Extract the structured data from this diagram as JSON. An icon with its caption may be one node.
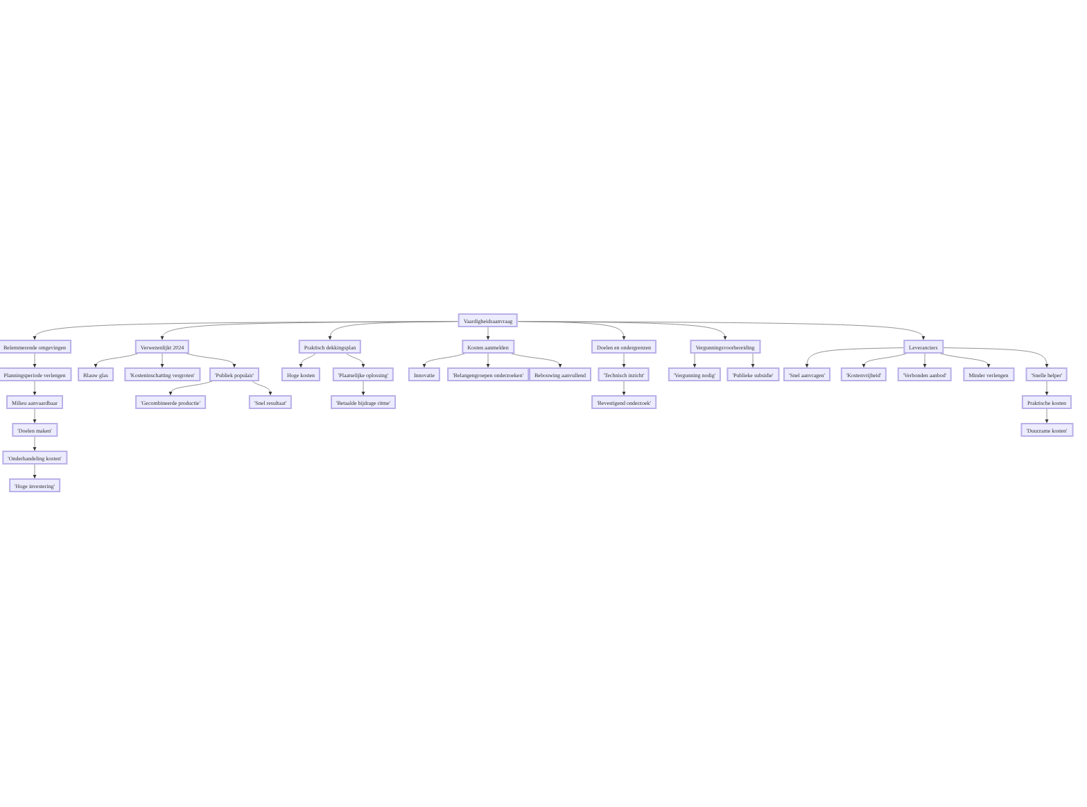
{
  "diagram": {
    "nodes": [
      {
        "text": [
          "Vaardigheidsaanvraag"
        ]
      },
      {
        "text": [
          "Belemmerende omgevingen"
        ]
      },
      {
        "text": [
          "Planningsperiode verlengen"
        ]
      },
      {
        "text": [
          "Milieu aanvaardbaar"
        ]
      },
      {
        "text": [
          "'Doelen maken'"
        ]
      },
      {
        "text": [
          "'Onderhandeling kosten'"
        ]
      },
      {
        "text": [
          "'Hoge investering'"
        ]
      },
      {
        "text": [
          "Verwezenlijkt 2024"
        ]
      },
      {
        "text": [
          "Blauw glas"
        ]
      },
      {
        "text": [
          "'Kosteninschatting vergroten'"
        ]
      },
      {
        "text": [
          "'Publiek populair'"
        ]
      },
      {
        "text": [
          "'Gecombineerde productie'"
        ]
      },
      {
        "text": [
          "'Snel resultaat'"
        ]
      },
      {
        "text": [
          "Praktisch dekkingsplan"
        ]
      },
      {
        "text": [
          "Hoge kosten"
        ]
      },
      {
        "text": [
          "'Plaatselijke oplossing'"
        ]
      },
      {
        "text": [
          "'Betaalde bijdrage ritme'"
        ]
      },
      {
        "text": [
          "Kosten aanmelden"
        ]
      },
      {
        "text": [
          "Innovatie"
        ]
      },
      {
        "text": [
          "'Belangengroepen onderzoeken'"
        ]
      },
      {
        "text": [
          "Bebouwing aanvullend"
        ]
      },
      {
        "text": [
          "Doelen en ondergrenzen"
        ]
      },
      {
        "text": [
          "'Technisch inzicht'"
        ]
      },
      {
        "text": [
          "'Bevestigend onderzoek'"
        ]
      },
      {
        "text": [
          "Vergunningsvoorbereiding"
        ]
      },
      {
        "text": [
          "'Vergunning nodig'"
        ]
      },
      {
        "text": [
          "'Publieke subsidie'"
        ]
      },
      {
        "text": [
          "Leveranciers"
        ]
      },
      {
        "text": [
          "'Snel aanvragen'"
        ]
      },
      {
        "text": [
          "'Kostenvrijheid'"
        ]
      },
      {
        "text": [
          "'Verbonden aanbod'"
        ]
      },
      {
        "text": [
          "Minder verlengen"
        ]
      },
      {
        "text": [
          "'Snelle helper'"
        ]
      },
      {
        "text": [
          "Praktische kosten"
        ]
      },
      {
        "text": [
          "'Duurzame kosten'"
        ]
      }
    ],
    "edges": [
      {
        "from": 0,
        "to": 1,
        "arrow": "to"
      },
      {
        "from": 1,
        "to": 2,
        "arrow": "to"
      },
      {
        "from": 2,
        "to": 3,
        "arrow": "to"
      },
      {
        "from": 3,
        "to": 4,
        "arrow": "to"
      },
      {
        "from": 4,
        "to": 5,
        "arrow": "to"
      },
      {
        "from": 5,
        "to": 6,
        "arrow": "to"
      },
      {
        "from": 0,
        "to": 7,
        "arrow": "to"
      },
      {
        "from": 7,
        "to": 8,
        "arrow": "to"
      },
      {
        "from": 7,
        "to": 9,
        "arrow": "to"
      },
      {
        "from": 7,
        "to": 10,
        "arrow": "to"
      },
      {
        "from": 10,
        "to": 11,
        "arrow": "to"
      },
      {
        "from": 10,
        "to": 12,
        "arrow": "to"
      },
      {
        "from": 0,
        "to": 13,
        "arrow": "to"
      },
      {
        "from": 13,
        "to": 14,
        "arrow": "to"
      },
      {
        "from": 13,
        "to": 15,
        "arrow": "to"
      },
      {
        "from": 15,
        "to": 16,
        "arrow": "to"
      },
      {
        "from": 0,
        "to": 17,
        "arrow": "to"
      },
      {
        "from": 17,
        "to": 18,
        "arrow": "to"
      },
      {
        "from": 17,
        "to": 19,
        "arrow": "to"
      },
      {
        "from": 17,
        "to": 20,
        "arrow": "to"
      },
      {
        "from": 0,
        "to": 21,
        "arrow": "to"
      },
      {
        "from": 21,
        "to": 22,
        "arrow": "to"
      },
      {
        "from": 22,
        "to": 23,
        "arrow": "to"
      },
      {
        "from": 0,
        "to": 24,
        "arrow": "to"
      },
      {
        "from": 24,
        "to": 25,
        "arrow": "to"
      },
      {
        "from": 24,
        "to": 26,
        "arrow": "to"
      },
      {
        "from": 0,
        "to": 27,
        "arrow": "to"
      },
      {
        "from": 27,
        "to": 28,
        "arrow": "to"
      },
      {
        "from": 27,
        "to": 29,
        "arrow": "to"
      },
      {
        "from": 27,
        "to": 30,
        "arrow": "to"
      },
      {
        "from": 27,
        "to": 31,
        "arrow": "to"
      },
      {
        "from": 27,
        "to": 32,
        "arrow": "to"
      },
      {
        "from": 32,
        "to": 33,
        "arrow": "to"
      },
      {
        "from": 33,
        "to": 34,
        "arrow": "to"
      }
    ]
  }
}
